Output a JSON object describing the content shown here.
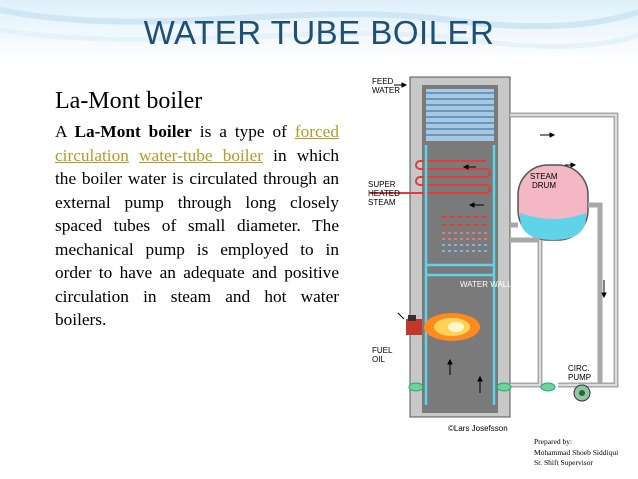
{
  "slide": {
    "title": "WATER TUBE BOILER",
    "subtitle": "La-Mont boiler",
    "paragraph": {
      "t1": "A ",
      "t2": "La-Mont boiler",
      "t3": " is a type of ",
      "link1": "forced circulation",
      "t4": " ",
      "link2": "water-tube boiler",
      "t5": " in which the boiler water is circulated through an external pump through long closely spaced tubes of small diameter. The mechanical pump is employed to in order to have an adequate and positive circulation in steam and hot water boilers."
    },
    "credit": {
      "line1": "Prepared by:",
      "line2": "Mohammad Shoeb Siddiqui",
      "line3": "Sr. Shift Supervisor"
    }
  },
  "diagram": {
    "feed_water_1": "FEED",
    "feed_water_2": "WATER",
    "steam_drum_1": "STEAM",
    "steam_drum_2": "DRUM",
    "super_1": "SUPER",
    "super_2": "HEATED",
    "super_3": "STEAM",
    "water_walls": "WATER WALLS",
    "fuel_1": "FUEL",
    "fuel_2": "OIL",
    "circ_1": "CIRC.",
    "circ_2": "PUMP",
    "copyright": "©Lars Josefsson"
  },
  "colors": {
    "title": "#1f4e79",
    "link": "#b59a2a",
    "boiler_wall": "#c8c8c8",
    "boiler_inside": "#7a7a7a",
    "water": "#5fd3e8",
    "superheater": "#e23b3b"
  }
}
